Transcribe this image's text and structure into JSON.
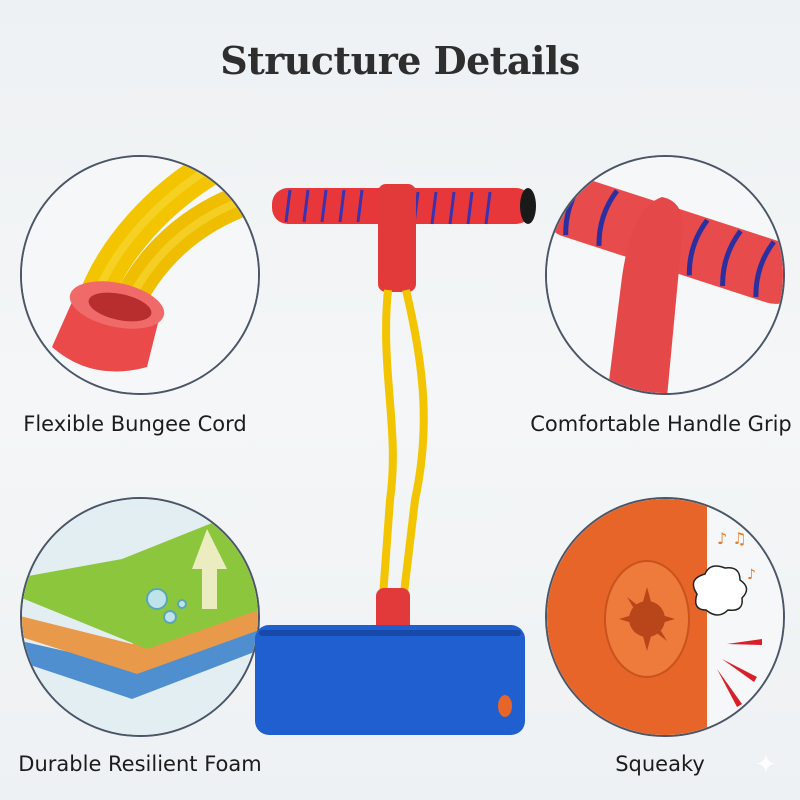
{
  "header": {
    "title": "Structure Details"
  },
  "features": [
    {
      "position": "top-left",
      "label": "Flexible Bungee Cord",
      "icon": "bungee-cord-closeup"
    },
    {
      "position": "top-right",
      "label": "Comfortable Handle Grip",
      "icon": "handle-grip-closeup"
    },
    {
      "position": "bottom-left",
      "label": "Durable Resilient Foam",
      "icon": "foam-layers-closeup"
    },
    {
      "position": "bottom-right",
      "label": "Squeaky",
      "icon": "squeaker-closeup"
    }
  ],
  "product": {
    "name": "foam pogo jumper",
    "colors": {
      "handle": "#e8373a",
      "stripes": "#2b2fa0",
      "cord": "#f2c500",
      "base": "#1f5fd0",
      "squeaker": "#e8652a"
    }
  },
  "colors": {
    "title": "#2e2e2e",
    "circle_border": "#4a5566",
    "background": "#f1f4f5"
  }
}
